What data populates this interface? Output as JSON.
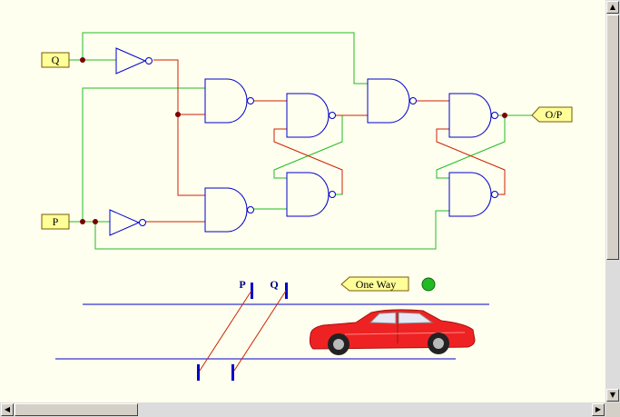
{
  "circuit": {
    "inputs": {
      "q_label": "Q",
      "p_label": "P"
    },
    "output_label": "O/P"
  },
  "scene": {
    "sensor_p_label": "P",
    "sensor_q_label": "Q",
    "status_label": "One Way",
    "indicator_color": "#22bb22"
  },
  "colors": {
    "background": "#ffffef",
    "gate": "#0000cc",
    "wire_low": "#22bb22",
    "wire_high": "#cc2200",
    "label_fill": "#ffff99",
    "road": "#0000cc",
    "car_body": "#ee2222"
  },
  "scrollbars": {
    "up": "▲",
    "down": "▼",
    "left": "◀",
    "right": "▶"
  }
}
